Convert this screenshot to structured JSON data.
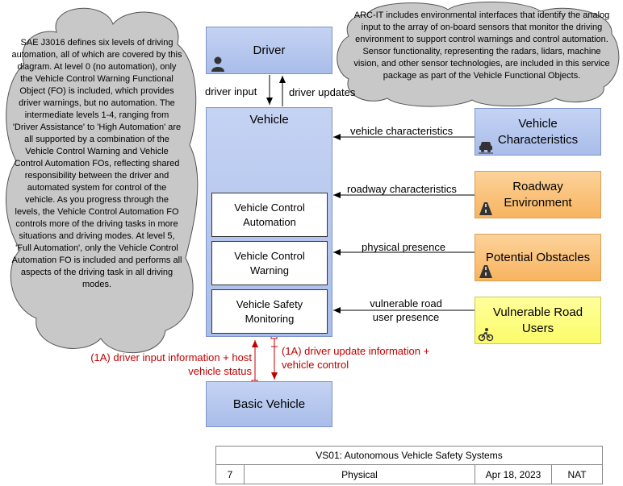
{
  "left_note": "SAE J3016 defines six levels of  driving automation, all of which are covered by this diagram.  At level 0 (no automation), only the Vehicle Control Warning Functional Object (FO) is included, which provides driver warnings, but no automation.  The intermediate levels 1-4, ranging from 'Driver Assistance' to 'High Automation' are all supported by a combination of the Vehicle Control Warning and Vehicle Control Automation FOs, reflecting shared responsibility between the driver and automated system for control of the vehicle.  As you progress through the levels, the Vehicle Control Automation FO controls more of the driving tasks in more situations and driving modes.  At level 5, 'Full Automation', only the Vehicle Control Automation FO is included and performs all aspects of the driving task in all driving modes.",
  "top_note": "ARC-IT includes environmental interfaces that identify the analog input to the array of on-board sensors that monitor the driving environment to support control warnings and control automation.  Sensor functionality, representing the radars, lidars, machine vision, and other sensor technologies, are included in this service package as part of the Vehicle Functional Objects.",
  "nodes": {
    "driver": "Driver",
    "vehicle": "Vehicle",
    "basic_vehicle": "Basic Vehicle",
    "vehicle_characteristics": "Vehicle Characteristics",
    "roadway_environment": "Roadway Environment",
    "potential_obstacles": "Potential Obstacles",
    "vulnerable_road_users": "Vulnerable Road Users"
  },
  "functional_objects": {
    "automation": "Vehicle Control Automation",
    "warning": "Vehicle Control Warning",
    "safety_monitoring": "Vehicle Safety Monitoring"
  },
  "flows": {
    "driver_input": "driver input",
    "driver_updates": "driver updates",
    "vehicle_characteristics": "vehicle characteristics",
    "roadway_characteristics": "roadway characteristics",
    "physical_presence": "physical presence",
    "vulnerable_road_user_presence": "vulnerable road user presence",
    "driver_input_information": "(1A) driver input information + host vehicle status",
    "driver_update_information": "(1A) driver update information + vehicle control"
  },
  "footer": {
    "title": "VS01: Autonomous Vehicle Safety Systems",
    "number": "7",
    "view": "Physical",
    "date": "Apr 18, 2023",
    "org": "NAT"
  },
  "colors": {
    "blue_fill": "#b6c7ee",
    "orange_fill": "#f9c27a",
    "yellow_fill": "#ffff80",
    "cloud_fill": "#c8c8c8",
    "flow_red": "#c00000"
  }
}
